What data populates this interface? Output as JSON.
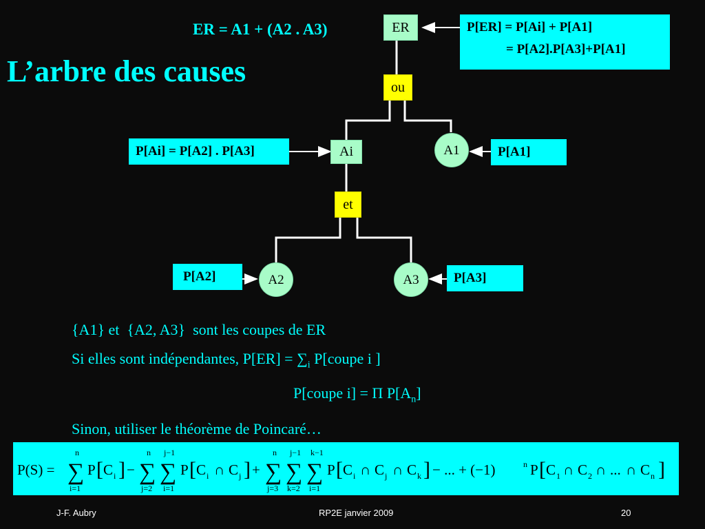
{
  "slide": {
    "title": "L’arbre des causes",
    "top_formula": "ER = A1 + (A2 . A3)",
    "tree": {
      "er_label": "ER",
      "ou_label": "ou",
      "ai_label": "Ai",
      "a1_label": "A1",
      "et_label": "et",
      "a2_label": "A2",
      "a3_label": "A3"
    },
    "annotations": {
      "per_line1": "P[ER] = P[Ai] + P[A1]",
      "per_line2": "= P[A2].P[A3]+P[A1]",
      "pai": "P[Ai] = P[A2] . P[A3]",
      "pa1": "P[A1]",
      "pa2": "P[A2]",
      "pa3": "P[A3]"
    },
    "body": {
      "line1_sets": "{A1} et  {A2, A3}",
      "line1_rest": "sont les coupes de ER",
      "line2_main": "Si elles sont indépendantes, P[ER] = ∑",
      "line2_sub": "i",
      "line2_end": " P[coupe i ]",
      "line3_main": "P[coupe i] = Π P[A",
      "line3_sub": "n",
      "line3_end": "]",
      "line4": "Sinon, utiliser le théorème de Poincaré…"
    },
    "poincare_formula": {
      "lhs": "P(S) =",
      "t1": "P[C",
      "i": "i",
      "j": "j",
      "k": "k",
      "n": "n",
      "one": "1",
      "two": "2",
      "close": "]",
      "minus": "−",
      "plus": "+",
      "t2": "P[C",
      "cap": "∩",
      "C": "C",
      "ellipsis": "− ... + (−1)",
      "sum_n": "n",
      "sum_jm1": "j−1",
      "sum_km1": "k−1",
      "sum_i1": "i=1",
      "sum_j2": "j=2",
      "sum_j3": "j=3",
      "sum_k2": "k=2",
      "sigma": "∑",
      "dots": "..."
    },
    "footer": {
      "author": "J-F. Aubry",
      "event": "RP2E janvier 2009",
      "page": "20"
    }
  }
}
